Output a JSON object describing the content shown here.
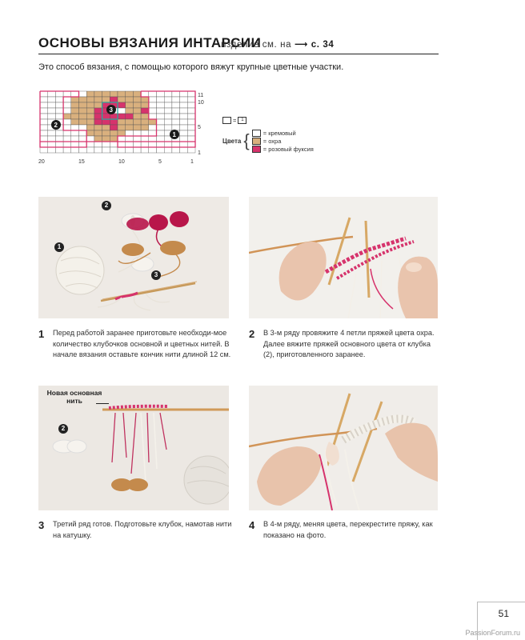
{
  "header": {
    "title": "ОСНОВЫ ВЯЗАНИЯ ИНТАРСИИ",
    "ref_text": "изделие см. на",
    "ref_arrow": "⟶",
    "ref_page": "с. 34"
  },
  "intro": "Это способ вязания, с помощью которого вяжут крупные цветные участки.",
  "chart": {
    "row_labels": [
      "11",
      "10",
      "5",
      "1"
    ],
    "col_labels": [
      "20",
      "15",
      "10",
      "5",
      "1"
    ],
    "markers": [
      "2",
      "3",
      "1"
    ]
  },
  "legend": {
    "symbol_note": "1",
    "heading": "Цвета",
    "items": [
      {
        "label": "= кремовый",
        "color": "#ffffff"
      },
      {
        "label": "= охра",
        "color": "#d9b07e"
      },
      {
        "label": "= розовый фуксия",
        "color": "#d6336c"
      }
    ]
  },
  "steps": [
    {
      "num": "1",
      "text": "Перед работой заранее приготовьте необходи-мое количество клубочков основной и цветных нитей. В начале вязания оставьте кончик нити длиной 12 см."
    },
    {
      "num": "2",
      "text": "В 3-м ряду провяжите 4 петли пряжей цвета охра. Далее вяжите пряжей основного цвета от клубка (2), приготовленного заранее."
    },
    {
      "num": "3",
      "text": "Третий ряд готов. Подготовьте клубок, намотав нити на катушку."
    },
    {
      "num": "4",
      "text": "В 4-м ряду, меняя цвета, перекрестите пряжу, как показано на фото."
    }
  ],
  "photo3_label": "Новая основная нить",
  "photo_markers": {
    "p1": [
      "2",
      "1",
      "3"
    ],
    "p3": [
      "2"
    ]
  },
  "page_number": "51",
  "watermark": "PassionForum.ru"
}
